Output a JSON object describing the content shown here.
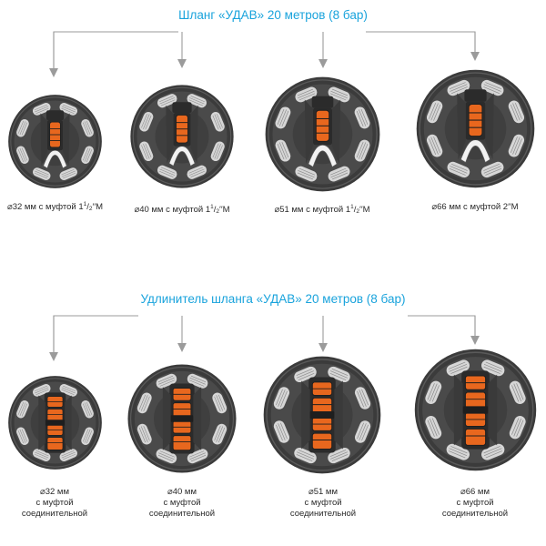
{
  "section_hose": {
    "title": "Шланг «УДАВ» 20 метров (8 бар)",
    "items": [
      {
        "diameter": "⌀32 мм с муфтой 1",
        "fraction_num": "1",
        "fraction_den": "2",
        "unit": "′′M"
      },
      {
        "diameter": "⌀40 мм с муфтой 1",
        "fraction_num": "1",
        "fraction_den": "2",
        "unit": "′′M"
      },
      {
        "diameter": "⌀51 мм с муфтой 1",
        "fraction_num": "1",
        "fraction_den": "2",
        "unit": "′′M"
      },
      {
        "diameter": "⌀66 мм с муфтой 2",
        "unit": "′′M"
      }
    ]
  },
  "section_extension": {
    "title": "Удлинитель шланга «УДАВ» 20 метров (8 бар)",
    "items": [
      {
        "line1": "⌀32 мм",
        "line2": "с муфтой",
        "line3": "соединительной"
      },
      {
        "line1": "⌀40 мм",
        "line2": "с муфтой",
        "line3": "соединительной"
      },
      {
        "line1": "⌀51 мм",
        "line2": "с муфтой",
        "line3": "соединительной"
      },
      {
        "line1": "⌀66 мм",
        "line2": "с муфтой",
        "line3": "соединительной"
      }
    ]
  },
  "colors": {
    "accent_blue": "#19a3dc",
    "connector_gray": "#9b9b9b",
    "reel_dark": "#3b3b3b",
    "hose_light": "#d6d6d6",
    "coupling_orange": "#e8671e"
  },
  "icons": [
    "hose-reel-with-coupling-icon",
    "hose-reel-extension-icon"
  ]
}
